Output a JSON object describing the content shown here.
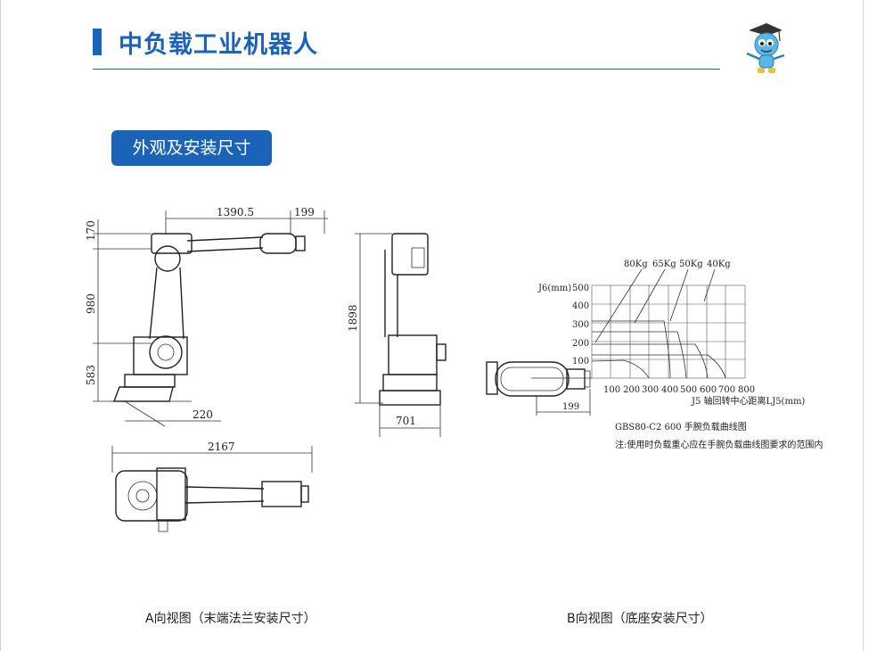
{
  "header": {
    "title": "中负载工业机器人"
  },
  "section": {
    "label": "外观及安装尺寸"
  },
  "side_view": {
    "dims": {
      "reach": "1390.5",
      "flange_offset": "199",
      "upper_offset": "170",
      "arm_length": "980",
      "base_height": "583",
      "base_offset": "220",
      "total_length": "2167"
    }
  },
  "front_view": {
    "dims": {
      "height": "1898",
      "width": "701"
    }
  },
  "load_chart": {
    "y_axis_label": "J6(mm)",
    "y_ticks": [
      "500",
      "400",
      "300",
      "200",
      "100"
    ],
    "x_ticks": [
      "100",
      "200",
      "300",
      "400",
      "500",
      "600",
      "700",
      "800"
    ],
    "x_axis_label": "J5 轴回转中心距离LJ5(mm)",
    "load_labels": [
      "80Kg",
      "65Kg",
      "50Kg",
      "40Kg"
    ],
    "offset_dim": "199",
    "chart_title": "GBS80-C2 600 手腕负载曲线图",
    "chart_note": "注:使用时负载重心应在手腕负载曲线图要求的范围内"
  },
  "captions": {
    "view_a": "A向视图（末端法兰安装尺寸）",
    "view_b": "B向视图（底座安装尺寸）"
  },
  "colors": {
    "brand": "#1a63b8"
  }
}
